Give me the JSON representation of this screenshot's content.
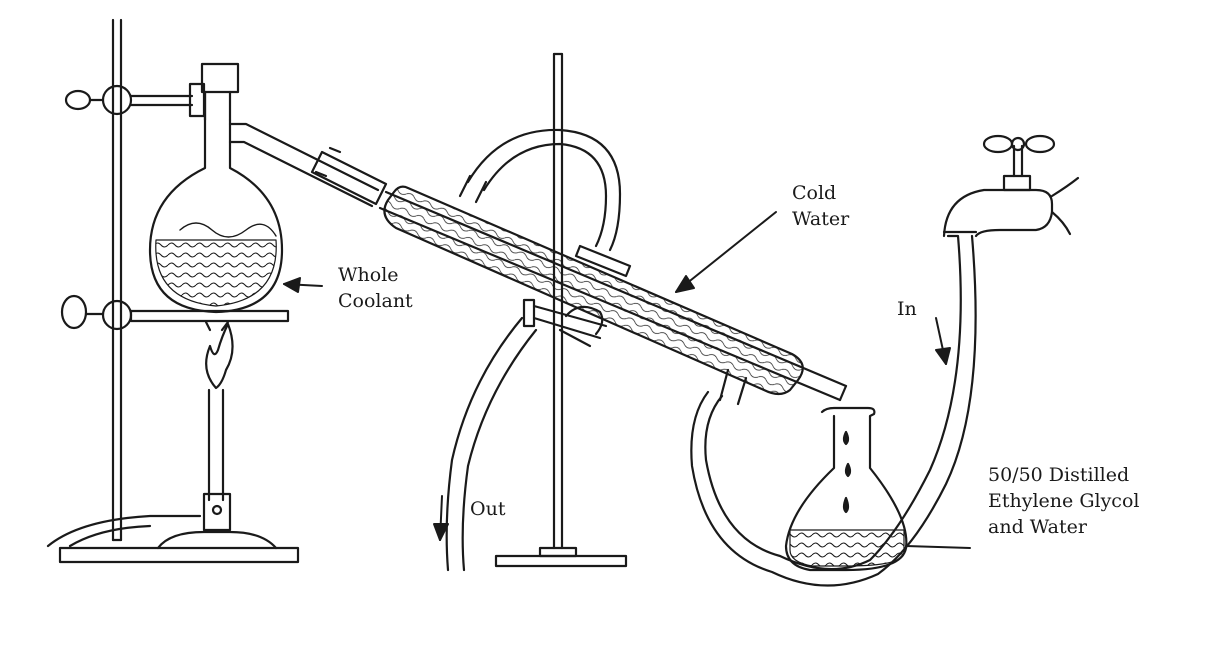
{
  "labels": {
    "whole_coolant": [
      "Whole",
      "Coolant"
    ],
    "cold_water": [
      "Cold",
      "Water"
    ],
    "water_in": "In",
    "water_out": "Out",
    "receiver": [
      "50/50 Distilled",
      "Ethylene Glycol",
      "and Water"
    ]
  },
  "colors": {
    "ink": "#1a1a1a",
    "background": "#ffffff"
  }
}
